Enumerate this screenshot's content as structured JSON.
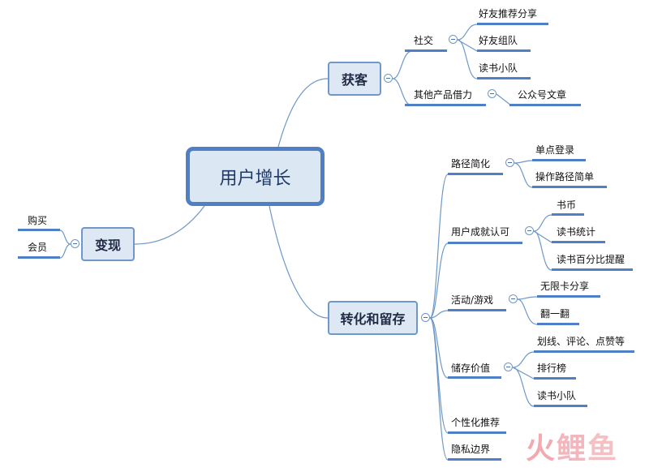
{
  "central": "用户增长",
  "branches": {
    "acquire": {
      "label": "获客",
      "social": {
        "label": "社交",
        "items": [
          "好友推荐分享",
          "好友组队",
          "读书小队"
        ]
      },
      "borrow": {
        "label": "其他产品借力",
        "items": [
          "公众号文章"
        ]
      }
    },
    "convert": {
      "label": "转化和留存",
      "path": {
        "label": "路径简化",
        "items": [
          "单点登录",
          "操作路径简单"
        ]
      },
      "achieve": {
        "label": "用户成就认可",
        "items": [
          "书币",
          "读书统计",
          "读书百分比提醒"
        ]
      },
      "activity": {
        "label": "活动/游戏",
        "items": [
          "无限卡分享",
          "翻一翻"
        ]
      },
      "store": {
        "label": "储存价值",
        "items": [
          "划线、评论、点赞等",
          "排行榜",
          "读书小队"
        ]
      },
      "personal": {
        "label": "个性化推荐"
      },
      "privacy": {
        "label": "隐私边界"
      }
    },
    "monetize": {
      "label": "变现",
      "items": [
        "购买",
        "会员"
      ]
    }
  },
  "watermark": [
    "火",
    "鲤",
    "鱼"
  ],
  "colors": {
    "line": "#6d98c8",
    "accent": "#4f80c5",
    "node_fill": "#dde8f4",
    "watermark": "#f2b2b8"
  }
}
